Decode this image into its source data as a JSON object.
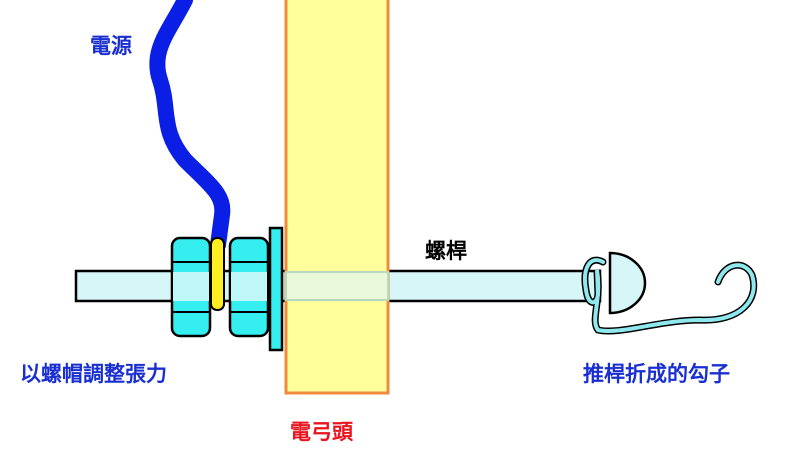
{
  "labels": {
    "power": "電源",
    "screw_rod": "螺桿",
    "nut_adjust": "以螺帽調整張力",
    "hook": "推桿折成的勾子",
    "pantograph_head": "電弓頭"
  },
  "colors": {
    "blue_text": "#1a2fd0",
    "red_text": "#e8141e",
    "wire": "#0a1ee6",
    "board": "#ffff9c",
    "board_border": "#f08a3c",
    "nut": "#34eef0",
    "rod": "#d6f6f8",
    "ring": "#ffee22"
  }
}
